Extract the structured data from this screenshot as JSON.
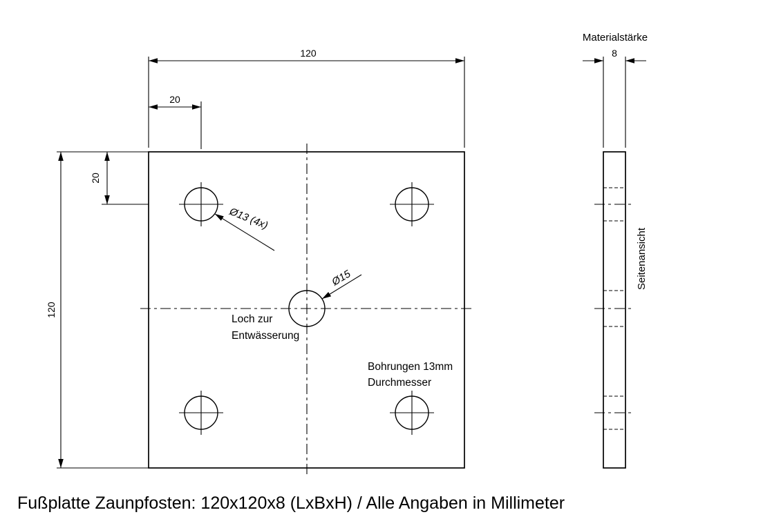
{
  "caption": "Fußplatte Zaunpfosten: 120x120x8 (LxBxH) / Alle Angaben in Millimeter",
  "plate_view": {
    "dim_width": "120",
    "dim_height": "120",
    "dim_hole_offset_x": "20",
    "dim_hole_offset_y": "20",
    "leader_corner_holes": "Ø13 (4x)",
    "leader_drain_hole": "Ø15",
    "note_drain_line1": "Loch zur",
    "note_drain_line2": "Entwässerung",
    "note_holes_line1": "Bohrungen 13mm",
    "note_holes_line2": "Durchmesser"
  },
  "side_view": {
    "title": "Materialstärke",
    "dim_thickness": "8",
    "label": "Seitenansicht"
  },
  "colors": {
    "line": "#000000",
    "background": "#ffffff"
  }
}
